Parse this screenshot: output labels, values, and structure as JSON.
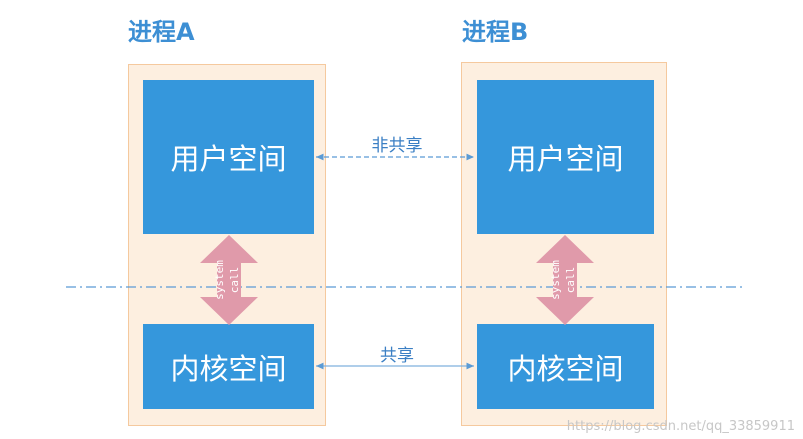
{
  "process_a": {
    "title": "进程A",
    "user_space": "用户空间",
    "kernel_space": "内核空间",
    "syscall_line1": "system",
    "syscall_line2": "call"
  },
  "process_b": {
    "title": "进程B",
    "user_space": "用户空间",
    "kernel_space": "内核空间",
    "syscall_line1": "system",
    "syscall_line2": "call"
  },
  "links": {
    "user_link_label": "非共享",
    "kernel_link_label": "共享"
  },
  "watermark": "https://blog.csdn.net/qq_33859911",
  "colors": {
    "title": "#3d8fd4",
    "block": "#3597dc",
    "process_bg": "#fdefe0",
    "process_border": "#f5c99e",
    "syscall_arrow": "#e09aaa",
    "divider": "#5b9bd5"
  }
}
